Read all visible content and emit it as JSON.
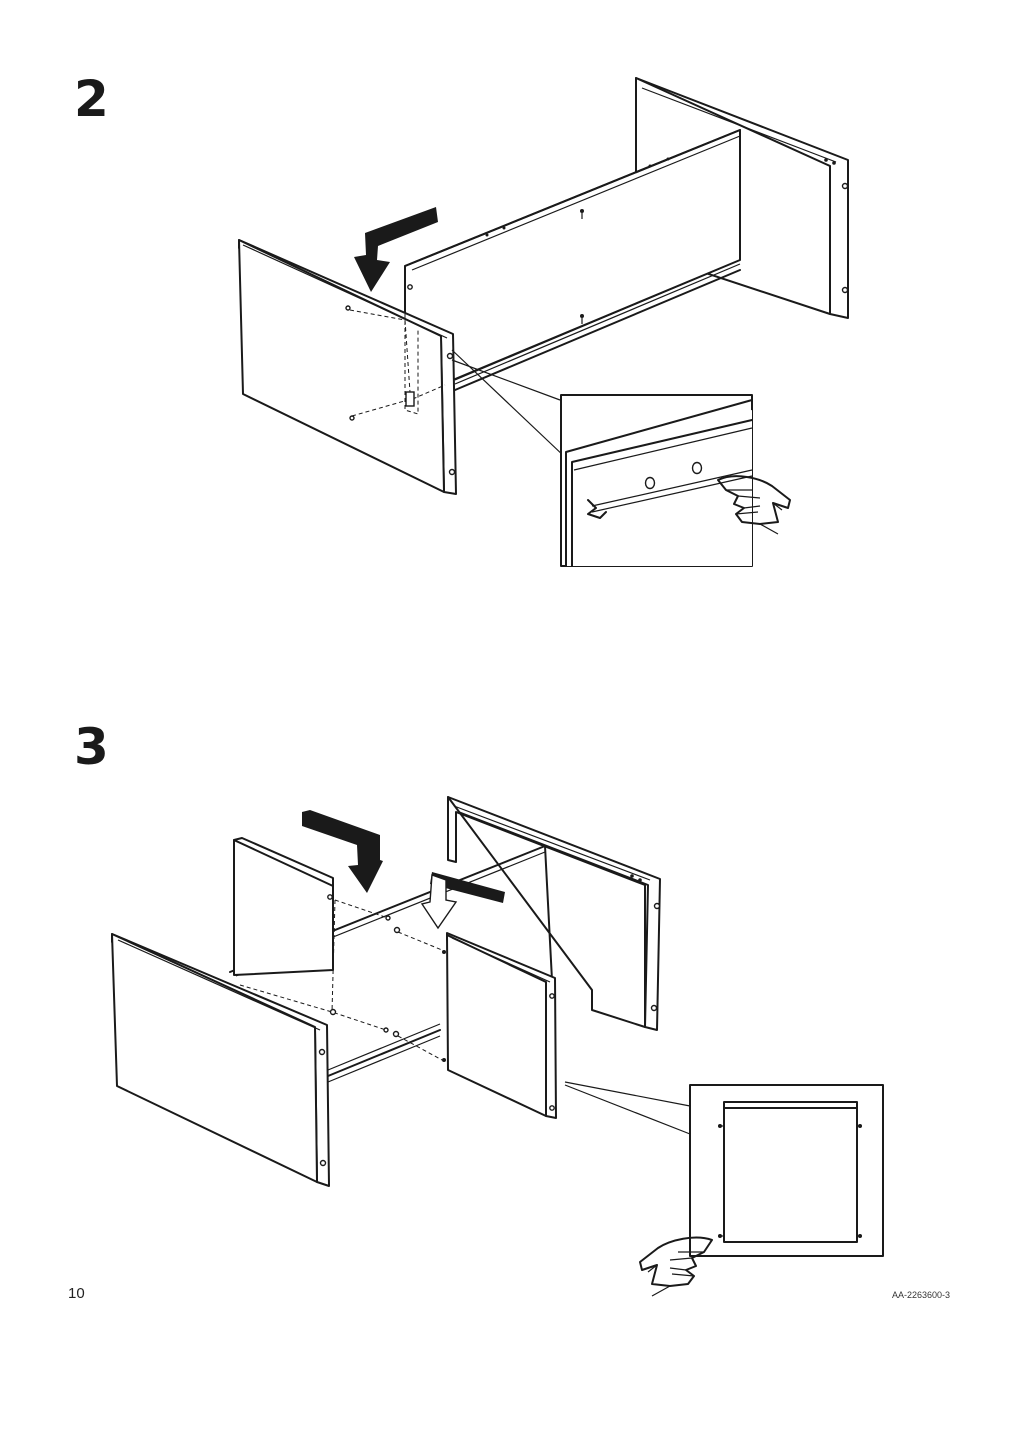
{
  "steps": [
    {
      "number": "2"
    },
    {
      "number": "3"
    }
  ],
  "footer": {
    "page_number": "10",
    "document_code": "AA-2263600-3"
  },
  "icons": [
    "arrow-down-icon",
    "arrow-right-icon",
    "hand-pointing-icon",
    "arrow-down-outline-icon"
  ]
}
